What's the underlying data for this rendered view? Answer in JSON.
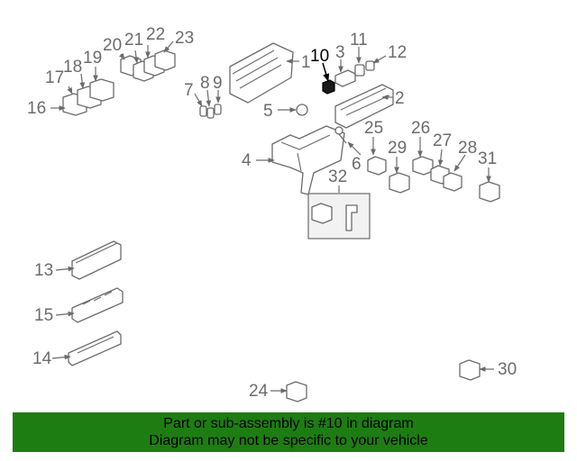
{
  "diagram": {
    "highlighted_part": "10",
    "callouts": [
      "1",
      "2",
      "3",
      "4",
      "5",
      "6",
      "7",
      "8",
      "9",
      "10",
      "11",
      "12",
      "13",
      "14",
      "15",
      "16",
      "17",
      "18",
      "19",
      "20",
      "21",
      "22",
      "23",
      "24",
      "25",
      "26",
      "27",
      "28",
      "29",
      "30",
      "31",
      "32"
    ]
  },
  "banner": {
    "line1": "Part or sub-assembly is #10 in diagram",
    "line2": "Diagram may not be specific to your vehicle",
    "color": "#1e7d12"
  }
}
